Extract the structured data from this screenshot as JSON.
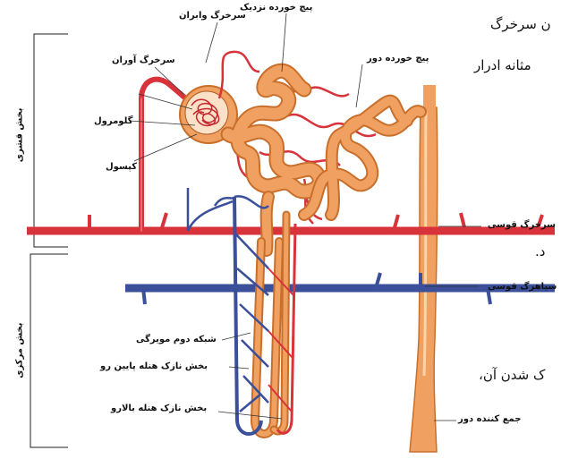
{
  "labels": {
    "efferent_arteriole": "سرخرگ وابران",
    "proximal_tubule": "پیچ خورده نزدیک",
    "distal_tubule": "پیچ خورده دور",
    "afferent_arteriole": "سرخرگ آوران",
    "glomerulus": "گلومرول",
    "capsule": "کپسول",
    "arcuate_artery": "سرخرگ قوسی",
    "arcuate_vein": "سیاهرگ قوسی",
    "peritubular_network": "شبکه دوم مویرگی",
    "thin_descending": "بخش نازک هنله پایین رو",
    "thin_ascending": "بخش نازک هنله بالارو",
    "collecting_duct": "جمع کننده دور"
  },
  "regions": {
    "cortex": "بخش قشری",
    "medulla": "بخش مرکزی"
  },
  "text_fragments": {
    "f1": "ن سرخرگ",
    "f2": "مثانه ادرار",
    "f3": "د.",
    "f4": "ک شدن آن،"
  },
  "colors": {
    "artery": "#d8323a",
    "vein": "#3b4f9a",
    "tubule": "#f0a060",
    "tubule_dark": "#c86f2c"
  }
}
